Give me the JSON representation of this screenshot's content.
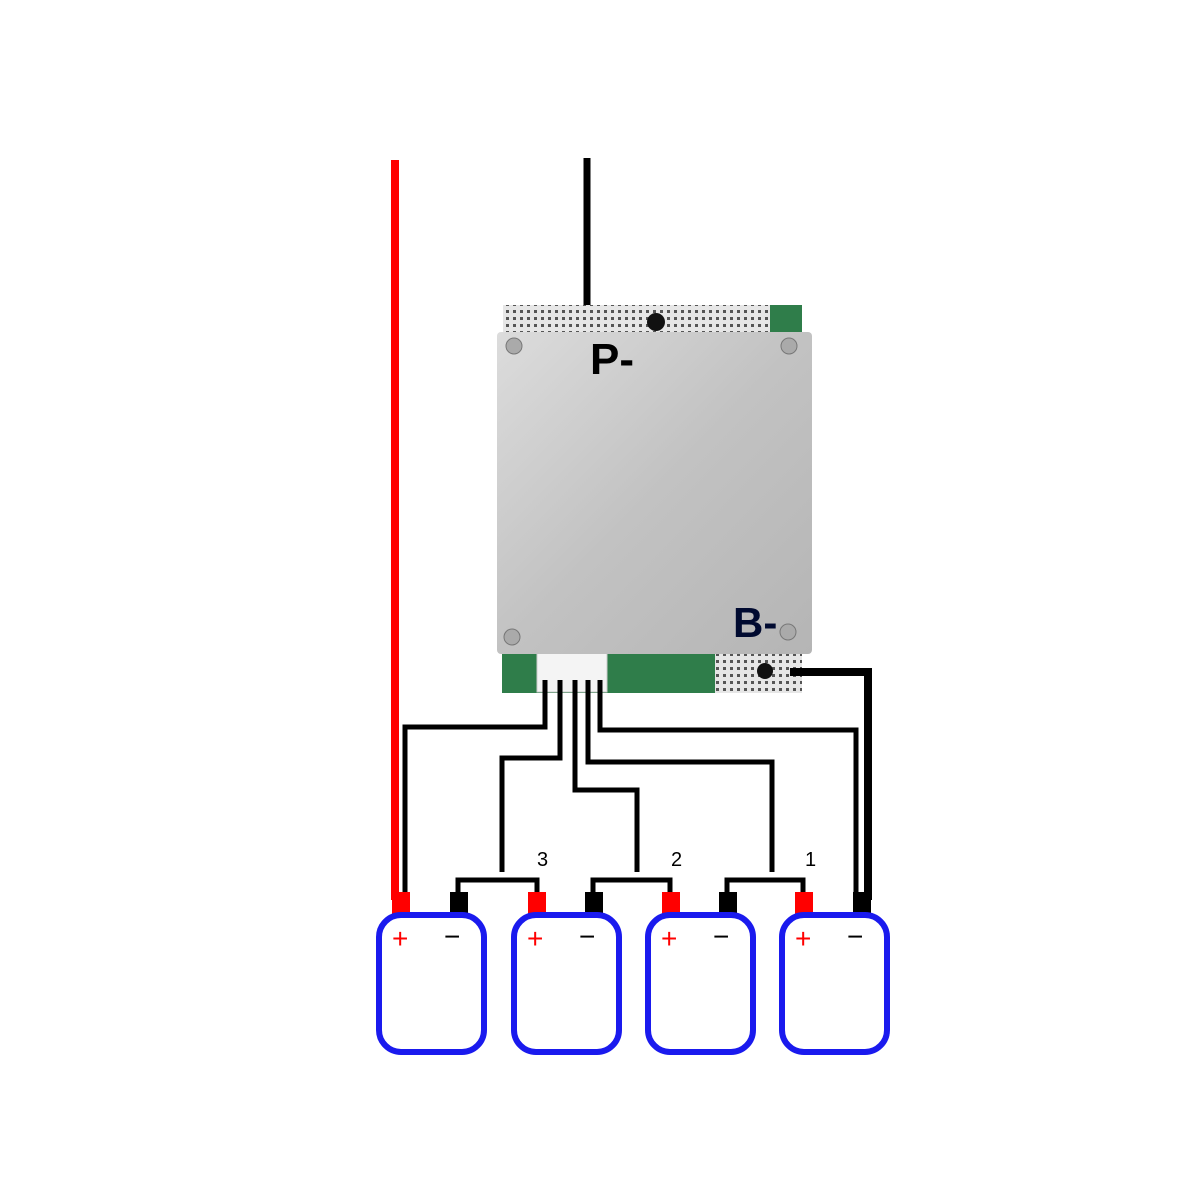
{
  "title": "3S BMS wiring diagram",
  "board": {
    "p_label": "P-",
    "b_label": "B-"
  },
  "balance_labels": [
    "3",
    "2",
    "1"
  ],
  "battery_terminals": {
    "plus": "+",
    "minus": "−"
  },
  "colors": {
    "positive": "#ff0000",
    "wire": "#000000",
    "cell_outline": "#1a1aee",
    "pcb": "#2f7d4a",
    "plate": "#c4c4c4"
  }
}
